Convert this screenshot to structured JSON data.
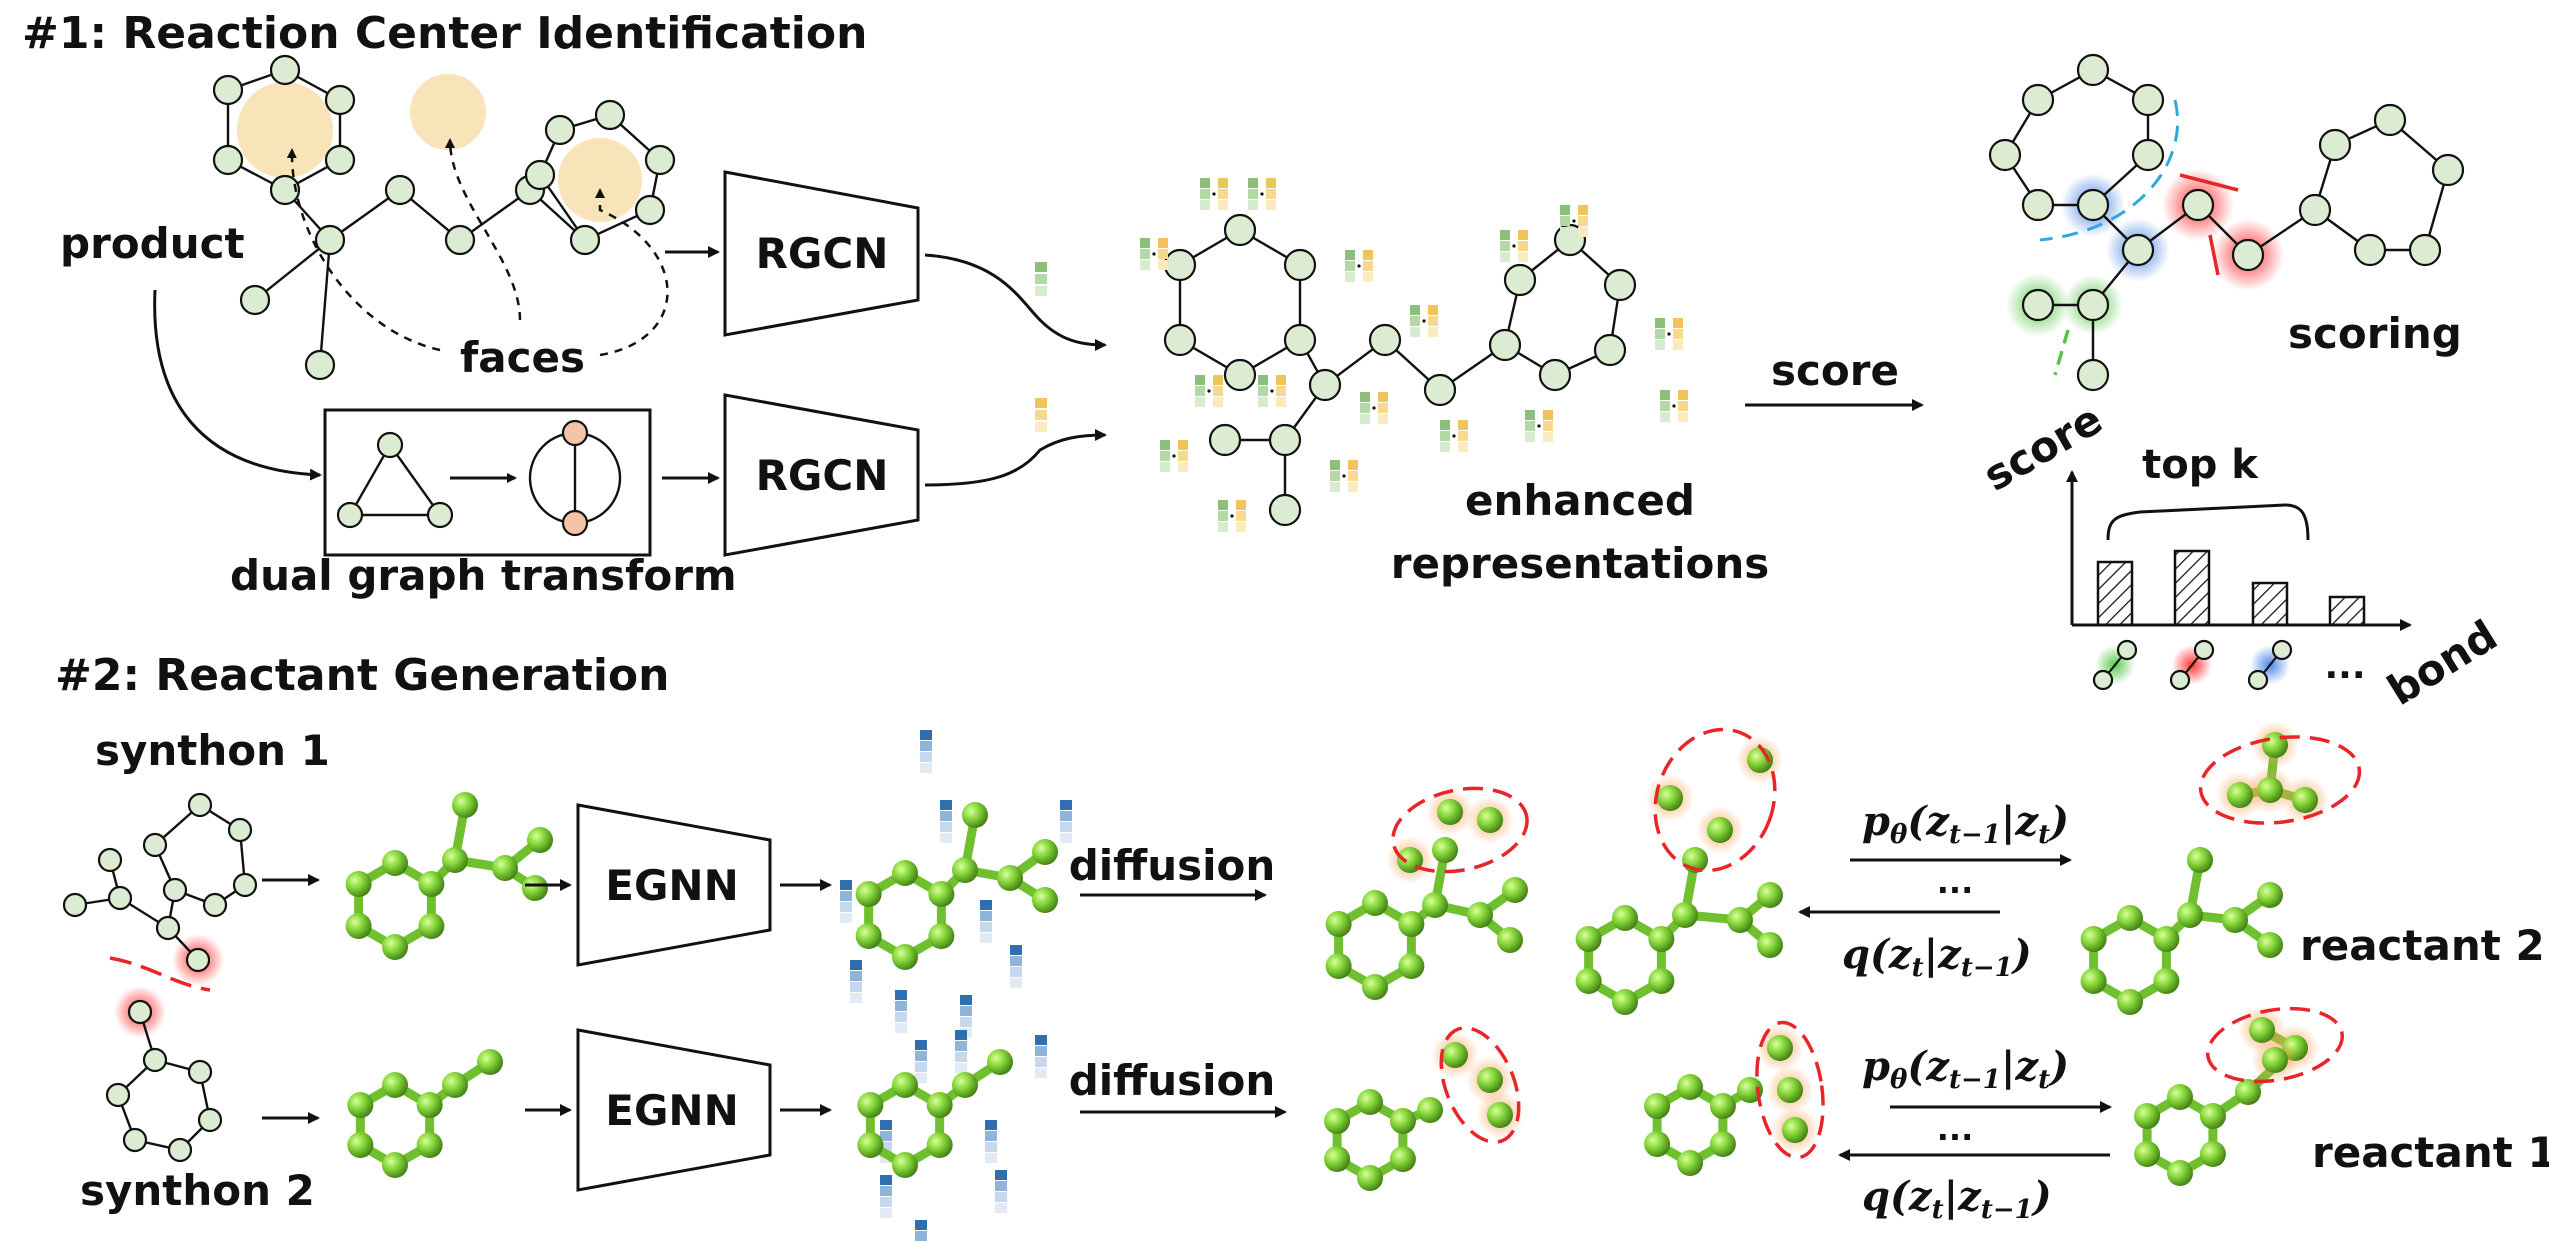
{
  "section1": {
    "title": "#1: Reaction Center Identification",
    "product_label": "product",
    "faces_label": "faces",
    "dual_graph_label": "dual graph transform",
    "rgcn_top": "RGCN",
    "rgcn_bottom": "RGCN",
    "enhanced_label_1": "enhanced",
    "enhanced_label_2": "representations",
    "score_arrow_label": "score",
    "scoring_label": "scoring",
    "chart_y_label": "score",
    "chart_topk_label": "top k",
    "chart_x_label": "bond",
    "chart_ellipsis": "..."
  },
  "section2": {
    "title": "#2: Reactant  Generation",
    "synthon1": "synthon 1",
    "synthon2": "synthon 2",
    "egnn_top": "EGNN",
    "egnn_bottom": "EGNN",
    "diffusion_top": "diffusion",
    "diffusion_bottom": "diffusion",
    "reactant2": "reactant 2",
    "reactant1": "reactant 1",
    "ellipsis": "..."
  },
  "colors": {
    "node_fill": "#dcecd2",
    "highlight_orange": "#f9e3b8",
    "highlight_red": "#ff3b3b",
    "highlight_blue": "#3a78e0",
    "highlight_green": "#59c247",
    "atom_green": "#7fd33d",
    "dash_red": "#e8262a",
    "dash_blue": "#2fa8e0"
  }
}
